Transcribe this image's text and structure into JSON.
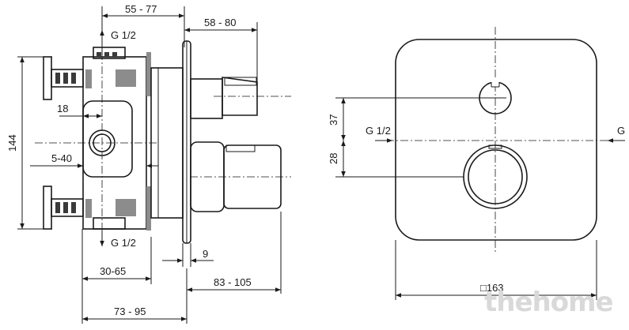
{
  "side_view": {
    "dims": {
      "top_depth": "55 - 77",
      "right_depth": "58 - 80",
      "height": "144",
      "inlet_offset": "18",
      "wall_range": "5-40",
      "plate": "9",
      "body_depth": "30-65",
      "front_depth": "83 - 105",
      "total_depth": "73 - 95"
    },
    "inlet_top": "G 1/2",
    "outlet_bottom": "G 1/2"
  },
  "front_view": {
    "dims": {
      "upper": "37",
      "lower": "28",
      "width": "□163"
    },
    "inlet_left": "G 1/2",
    "inlet_right": "G"
  },
  "watermark": "thehome"
}
